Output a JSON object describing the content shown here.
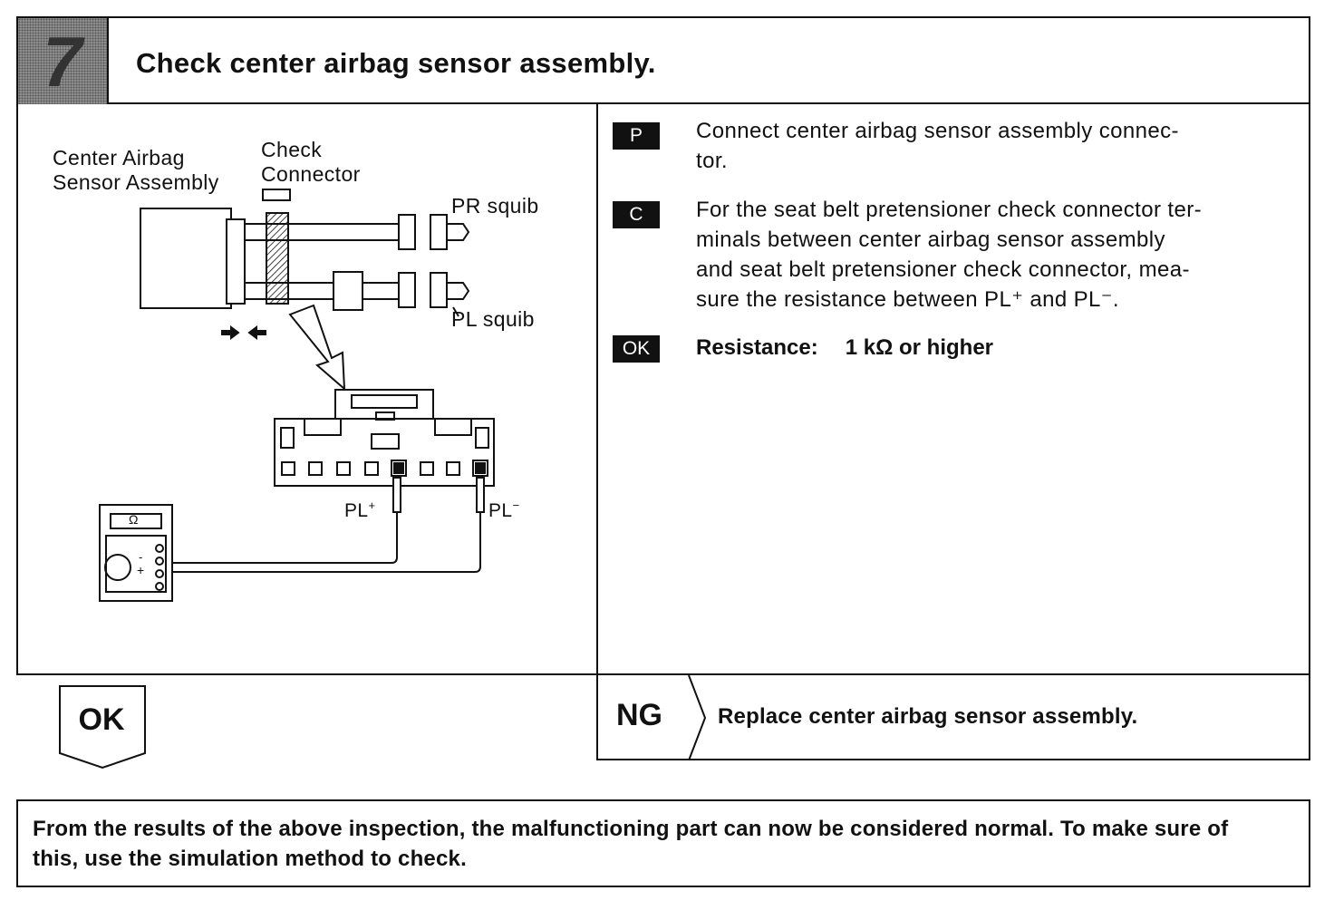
{
  "header": {
    "step_number": "7",
    "title": "Check center airbag sensor assembly."
  },
  "diagram": {
    "label_sensor": "Center Airbag\nSensor Assembly",
    "label_check_connector": "Check\nConnector",
    "label_pr_squib": "PR squib",
    "label_pl_squib": "PL squib",
    "label_pl_plus": "PL",
    "label_pl_plus_sup": "+",
    "label_pl_minus": "PL",
    "label_pl_minus_sup": "−",
    "meter_display": "Ω",
    "meter_minus": "-",
    "meter_plus": "+"
  },
  "instructions": [
    {
      "tag": "P",
      "text": "Connect center airbag sensor assembly connec-\ntor."
    },
    {
      "tag": "C",
      "text": "For the seat belt pretensioner check connector ter-\nminals between center airbag sensor assembly\nand seat belt pretensioner check connector, mea-\nsure the resistance between PL⁺ and PL⁻."
    },
    {
      "tag": "OK",
      "label": "Resistance:",
      "value": "1 kΩ or higher"
    }
  ],
  "result_ok": {
    "label": "OK"
  },
  "result_ng": {
    "label": "NG",
    "action": "Replace center airbag sensor assembly."
  },
  "note": "From the results of the above inspection, the malfunctioning part can now be considered normal. To make sure of this, use the simulation method to check."
}
